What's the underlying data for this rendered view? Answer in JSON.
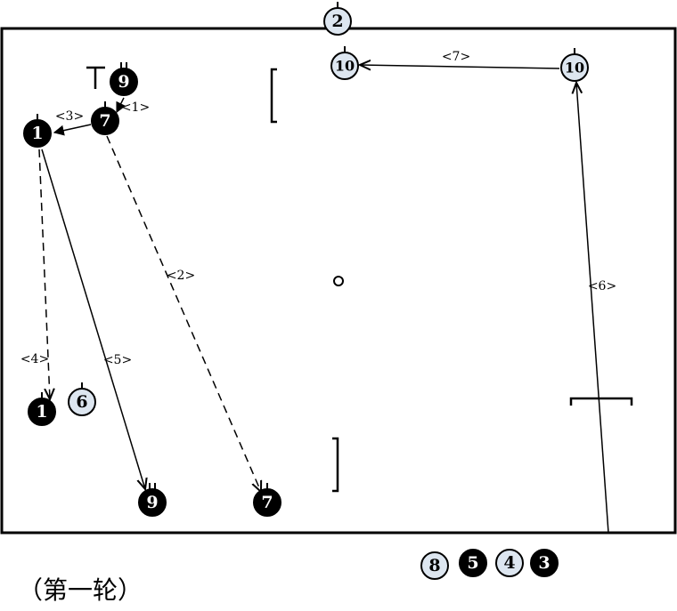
{
  "caption": "（第一轮）",
  "colors": {
    "black_player": "#000000",
    "light_player": "#dde6f0",
    "stroke": "#000000"
  },
  "players": [
    {
      "id": "p2-top",
      "label": "2",
      "style": "light"
    },
    {
      "id": "p10-left",
      "label": "10",
      "style": "light"
    },
    {
      "id": "p10-right",
      "label": "10",
      "style": "light"
    },
    {
      "id": "p9-top",
      "label": "9",
      "style": "black"
    },
    {
      "id": "p7-top",
      "label": "7",
      "style": "black"
    },
    {
      "id": "p1-top",
      "label": "1",
      "style": "black"
    },
    {
      "id": "p1-bottom",
      "label": "1",
      "style": "black"
    },
    {
      "id": "p6",
      "label": "6",
      "style": "light"
    },
    {
      "id": "p9-bottom",
      "label": "9",
      "style": "black"
    },
    {
      "id": "p7-bottom",
      "label": "7",
      "style": "black"
    },
    {
      "id": "p8-bench",
      "label": "8",
      "style": "light"
    },
    {
      "id": "p5-bench",
      "label": "5",
      "style": "black"
    },
    {
      "id": "p4-bench",
      "label": "4",
      "style": "light"
    },
    {
      "id": "p3-bench",
      "label": "3",
      "style": "black"
    }
  ],
  "steps": [
    {
      "id": "s1",
      "label": "<1>",
      "style": "solid"
    },
    {
      "id": "s2",
      "label": "<2>",
      "style": "dashed"
    },
    {
      "id": "s3",
      "label": "<3>",
      "style": "solid"
    },
    {
      "id": "s4",
      "label": "<4>",
      "style": "dashed"
    },
    {
      "id": "s5",
      "label": "<5>",
      "style": "solid"
    },
    {
      "id": "s6",
      "label": "<6>",
      "style": "solid"
    },
    {
      "id": "s7",
      "label": "<7>",
      "style": "solid"
    }
  ]
}
